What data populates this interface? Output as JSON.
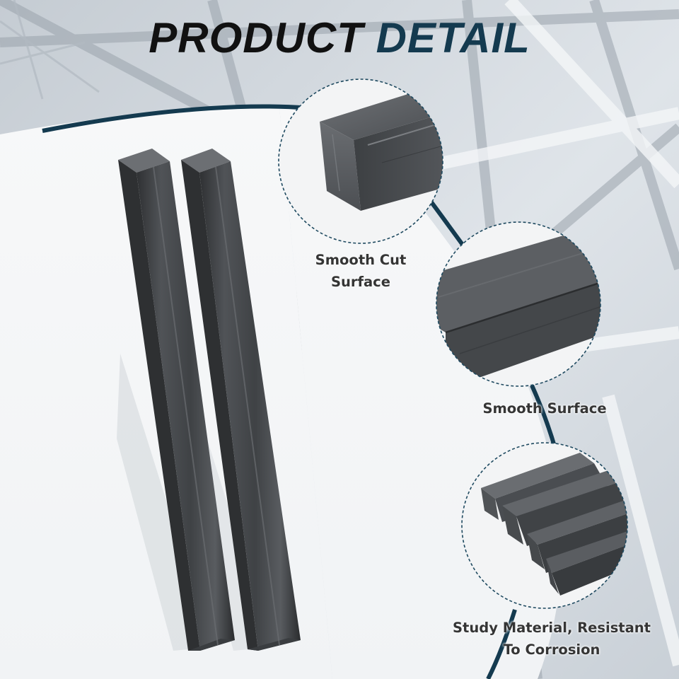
{
  "header": {
    "title_part1": "PRODUCT",
    "title_part2": "DETAIL"
  },
  "callouts": [
    {
      "name": "cut-surface",
      "line1": "Smooth Cut",
      "line2": "Surface"
    },
    {
      "name": "surface",
      "line1": "Smooth Surface"
    },
    {
      "name": "material",
      "line1": "Study Material, Resistant",
      "line2": "To Corrosion"
    }
  ],
  "colors": {
    "accent": "#143a4f",
    "title_text": "#111111",
    "label_text": "#353535",
    "metal_dark": "#3f4144",
    "metal_mid": "#55585c",
    "background": "#eef1f4"
  },
  "icons": [
    "steel-bar-image",
    "zoom-circle-cut-end",
    "zoom-circle-side",
    "zoom-circle-stack"
  ]
}
